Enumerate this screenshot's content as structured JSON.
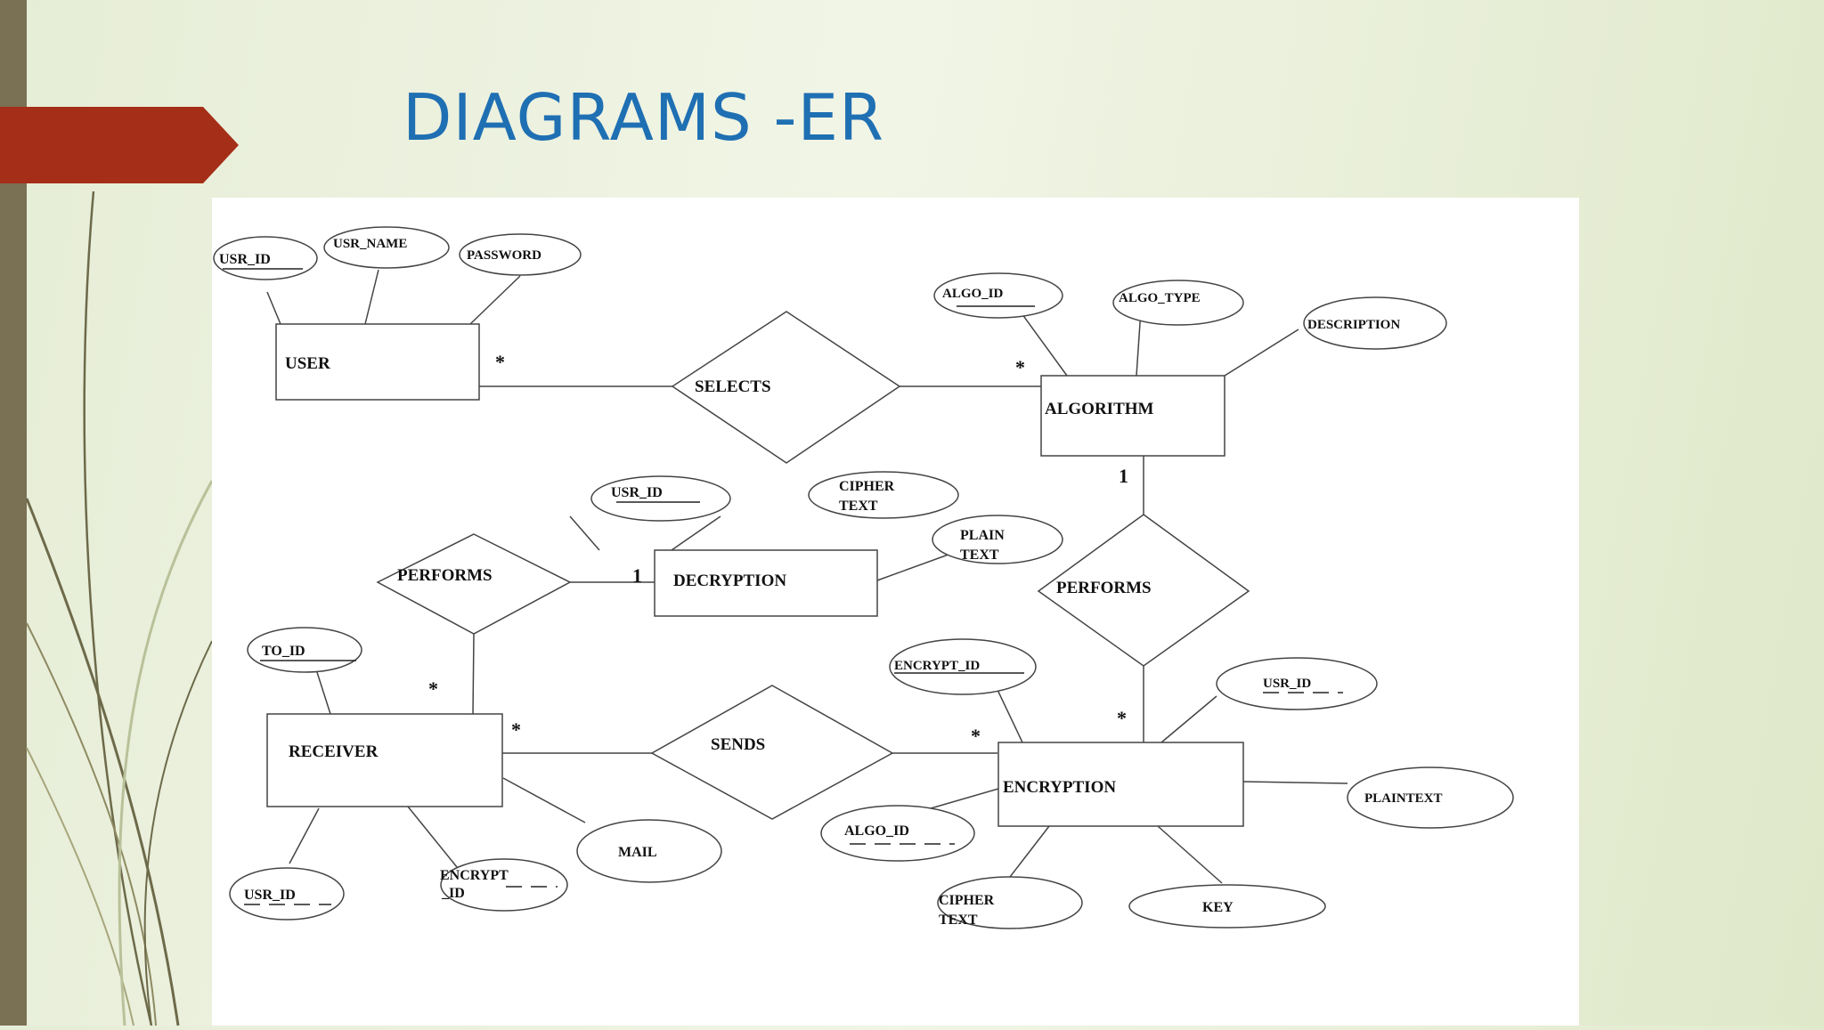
{
  "slide": {
    "title": "DIAGRAMS -ER"
  },
  "er": {
    "entities": {
      "user": "USER",
      "algorithm": "ALGORITHM",
      "decryption": "DECRYPTION",
      "receiver": "RECEIVER",
      "encryption": "ENCRYPTION"
    },
    "relationships": {
      "selects": "SELECTS",
      "performs_right": "PERFORMS",
      "performs_left": "PERFORMS",
      "sends": "SENDS"
    },
    "attributes": {
      "user_usr_id": "USR_ID",
      "user_usr_name": "USR_NAME",
      "user_password": "PASSWORD",
      "algo_id": "ALGO_ID",
      "algo_type": "ALGO_TYPE",
      "description": "DESCRIPTION",
      "dec_usr_id": "USR_ID",
      "dec_cipher_1": "CIPHER",
      "dec_cipher_2": "TEXT",
      "dec_plain_1": "PLAIN",
      "dec_plain_2": "TEXT",
      "to_id": "TO_ID",
      "rec_usr_id": "USR_ID",
      "rec_encrypt_1": "ENCRYPT",
      "rec_encrypt_2": "_ID",
      "mail": "MAIL",
      "encrypt_id": "ENCRYPT_ID",
      "enc_usr_id": "USR_ID",
      "plaintext": "PLAINTEXT",
      "enc_algo_id": "ALGO_ID",
      "enc_cipher_1": "CIPHER",
      "enc_cipher_2": "TEXT",
      "key": "KEY"
    },
    "cardinalities": {
      "user_selects": "*",
      "algorithm_selects": "*",
      "algorithm_performs": "1",
      "performs_decryption": "1",
      "receiver_performs": "*",
      "receiver_sends": "*",
      "encryption_sends": "*",
      "encryption_performs": "*"
    }
  }
}
